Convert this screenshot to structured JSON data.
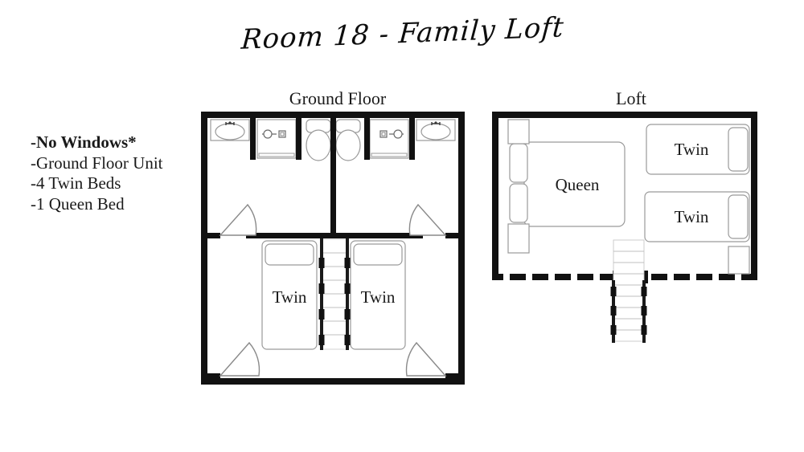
{
  "page": {
    "title": "Room 18 - Family Loft",
    "background_color": "#ffffff",
    "wall_color": "#111111",
    "furniture_outline_color": "#b0b0b0",
    "text_color": "#1a1a1a"
  },
  "notes": {
    "lines": [
      {
        "text": "-No Windows*",
        "bold": true
      },
      {
        "text": "-Ground Floor Unit",
        "bold": false
      },
      {
        "text": "-4 Twin Beds",
        "bold": false
      },
      {
        "text": "-1 Queen Bed",
        "bold": false
      }
    ]
  },
  "plans": {
    "ground": {
      "label": "Ground Floor",
      "rooms": [
        {
          "name": "bathroom-left",
          "fixtures": [
            "sink",
            "shower",
            "toilet"
          ]
        },
        {
          "name": "bathroom-right",
          "fixtures": [
            "toilet",
            "shower",
            "sink"
          ]
        },
        {
          "name": "bedroom",
          "fixtures": [
            "twin-bed",
            "staircase",
            "twin-bed"
          ]
        }
      ],
      "beds": [
        {
          "label": "Twin",
          "type": "twin"
        },
        {
          "label": "Twin",
          "type": "twin"
        }
      ],
      "doors": 4,
      "stair_steps": 7
    },
    "loft": {
      "label": "Loft",
      "beds": [
        {
          "label": "Queen",
          "type": "queen"
        },
        {
          "label": "Twin",
          "type": "twin"
        },
        {
          "label": "Twin",
          "type": "twin"
        }
      ],
      "nightstands": 4,
      "stair_steps": 9,
      "railing": "dashed-baluster"
    }
  },
  "summary": {
    "twin_bed_count": 4,
    "queen_bed_count": 1,
    "bathroom_count": 2
  }
}
